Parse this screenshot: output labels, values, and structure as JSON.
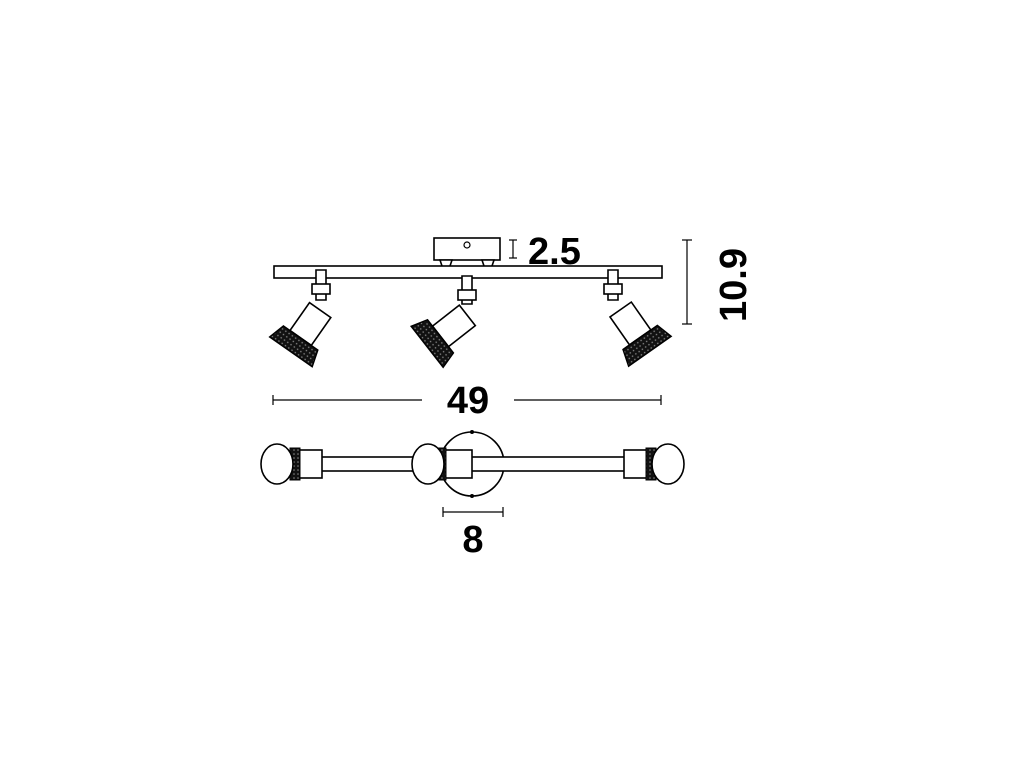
{
  "dimensions": {
    "canopy_height": "2.5",
    "total_height": "10.9",
    "total_width": "49",
    "canopy_diameter": "8"
  },
  "colors": {
    "line": "#000000",
    "background": "#ffffff"
  }
}
